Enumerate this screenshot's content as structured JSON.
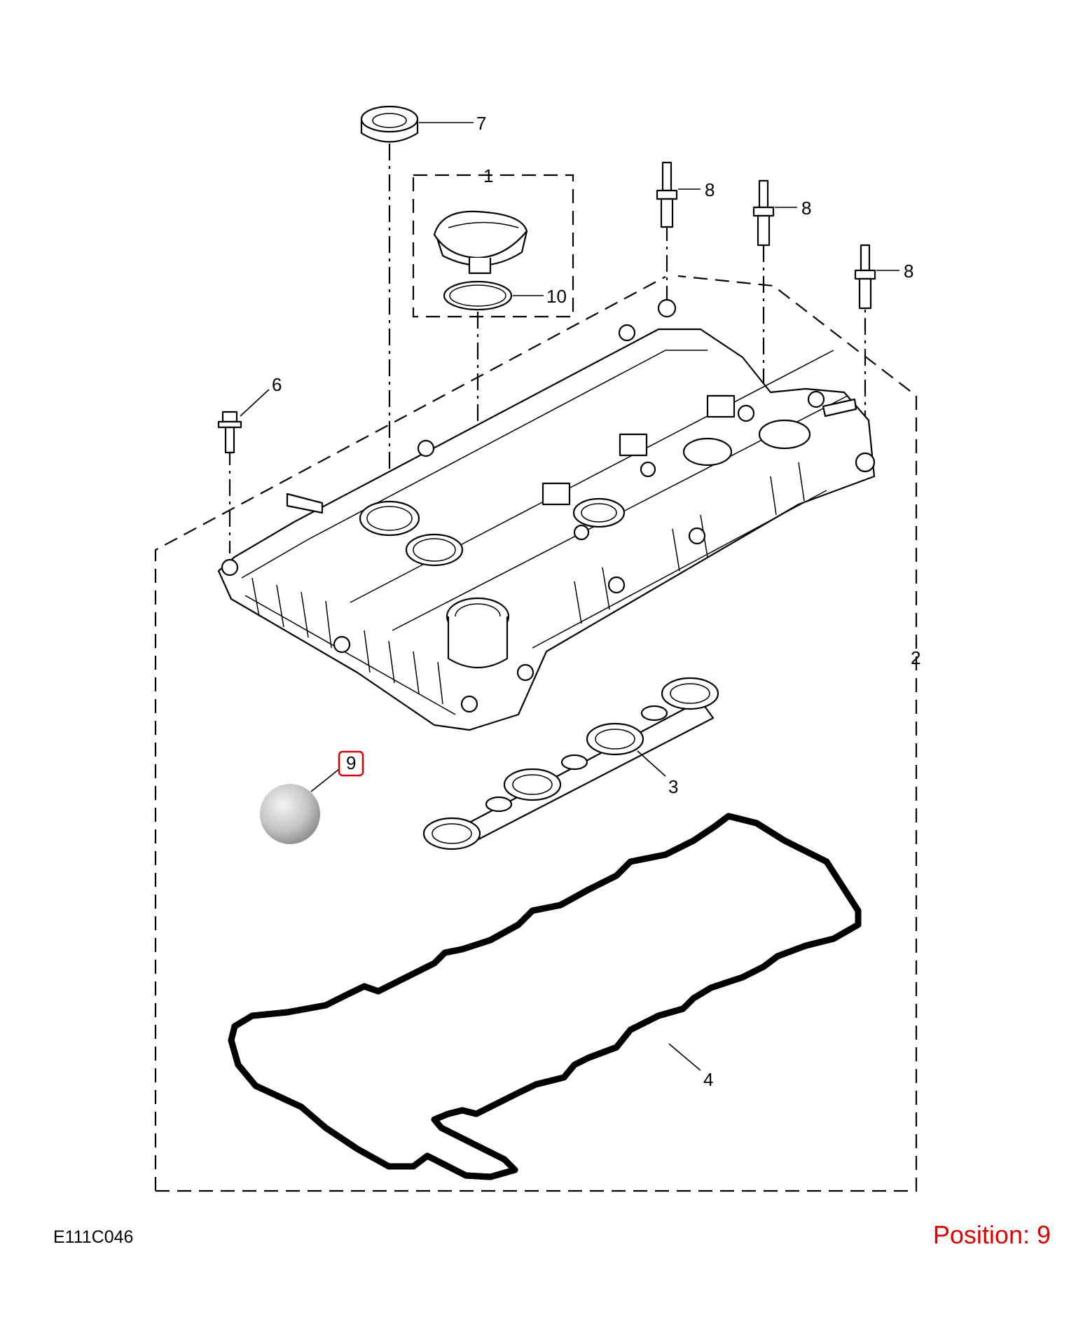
{
  "drawing_id": "E111C046",
  "position": {
    "label": "Position: 9",
    "color": "#e00000"
  },
  "selected_callout": "9",
  "callouts": [
    "1",
    "2",
    "3",
    "4",
    "6",
    "7",
    "8",
    "8",
    "8",
    "9",
    "10"
  ],
  "icons": {
    "oil_filler_cap": "cap-icon",
    "seal_ring": "o-ring-icon",
    "grommet": "grommet-icon",
    "stud_bolt": "stud-icon",
    "flange_bolt": "bolt-icon",
    "cam_cover": "cam-cover-icon",
    "spark_plug_seal": "plug-seal-icon",
    "cover_gasket": "gasket-icon",
    "sealant_ball": "sealant-icon"
  }
}
